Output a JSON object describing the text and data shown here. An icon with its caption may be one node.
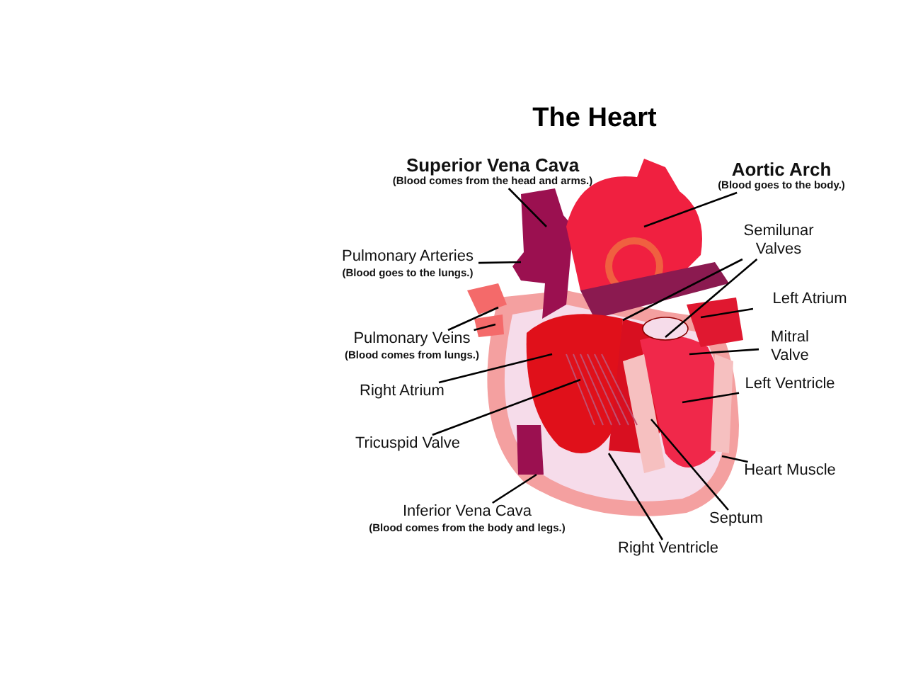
{
  "diagram": {
    "title": "The Heart",
    "nodes": [
      {
        "text": [
          "Superior Vena Cava",
          "(Blood comes from the head and arms.)"
        ]
      },
      {
        "text": [
          "Aortic Arch",
          "(Blood goes to the body.)"
        ]
      },
      {
        "text": [
          "Semilunar Valves"
        ]
      },
      {
        "text": [
          "Pulmonary Arteries",
          "(Blood goes to the lungs.)"
        ]
      },
      {
        "text": [
          "Left Atrium"
        ]
      },
      {
        "text": [
          "Mitral Valve"
        ]
      },
      {
        "text": [
          "Pulmonary Veins",
          "(Blood comes from lungs.)"
        ]
      },
      {
        "text": [
          "Right Atrium"
        ]
      },
      {
        "text": [
          "Left Ventricle"
        ]
      },
      {
        "text": [
          "Tricuspid Valve"
        ]
      },
      {
        "text": [
          "Heart Muscle"
        ]
      },
      {
        "text": [
          "Inferior Vena Cava",
          "(Blood comes from the body and legs.)"
        ]
      },
      {
        "text": [
          "Septum"
        ]
      },
      {
        "text": [
          "Right Ventricle"
        ]
      }
    ],
    "edges": [
      {
        "from": 0,
        "to": null,
        "arrow": "none"
      },
      {
        "from": 1,
        "to": null,
        "arrow": "none"
      },
      {
        "from": 2,
        "to": null,
        "arrow": "none"
      },
      {
        "from": 2,
        "to": null,
        "arrow": "none"
      },
      {
        "from": 3,
        "to": null,
        "arrow": "none"
      },
      {
        "from": 4,
        "to": null,
        "arrow": "none"
      },
      {
        "from": 5,
        "to": null,
        "arrow": "none"
      },
      {
        "from": 6,
        "to": null,
        "arrow": "none"
      },
      {
        "from": 6,
        "to": null,
        "arrow": "none"
      },
      {
        "from": 7,
        "to": null,
        "arrow": "none"
      },
      {
        "from": 8,
        "to": null,
        "arrow": "none"
      },
      {
        "from": 9,
        "to": null,
        "arrow": "none"
      },
      {
        "from": 10,
        "to": null,
        "arrow": "none"
      },
      {
        "from": 11,
        "to": null,
        "arrow": "none"
      },
      {
        "from": 12,
        "to": null,
        "arrow": "none"
      },
      {
        "from": 13,
        "to": null,
        "arrow": "none"
      }
    ]
  }
}
